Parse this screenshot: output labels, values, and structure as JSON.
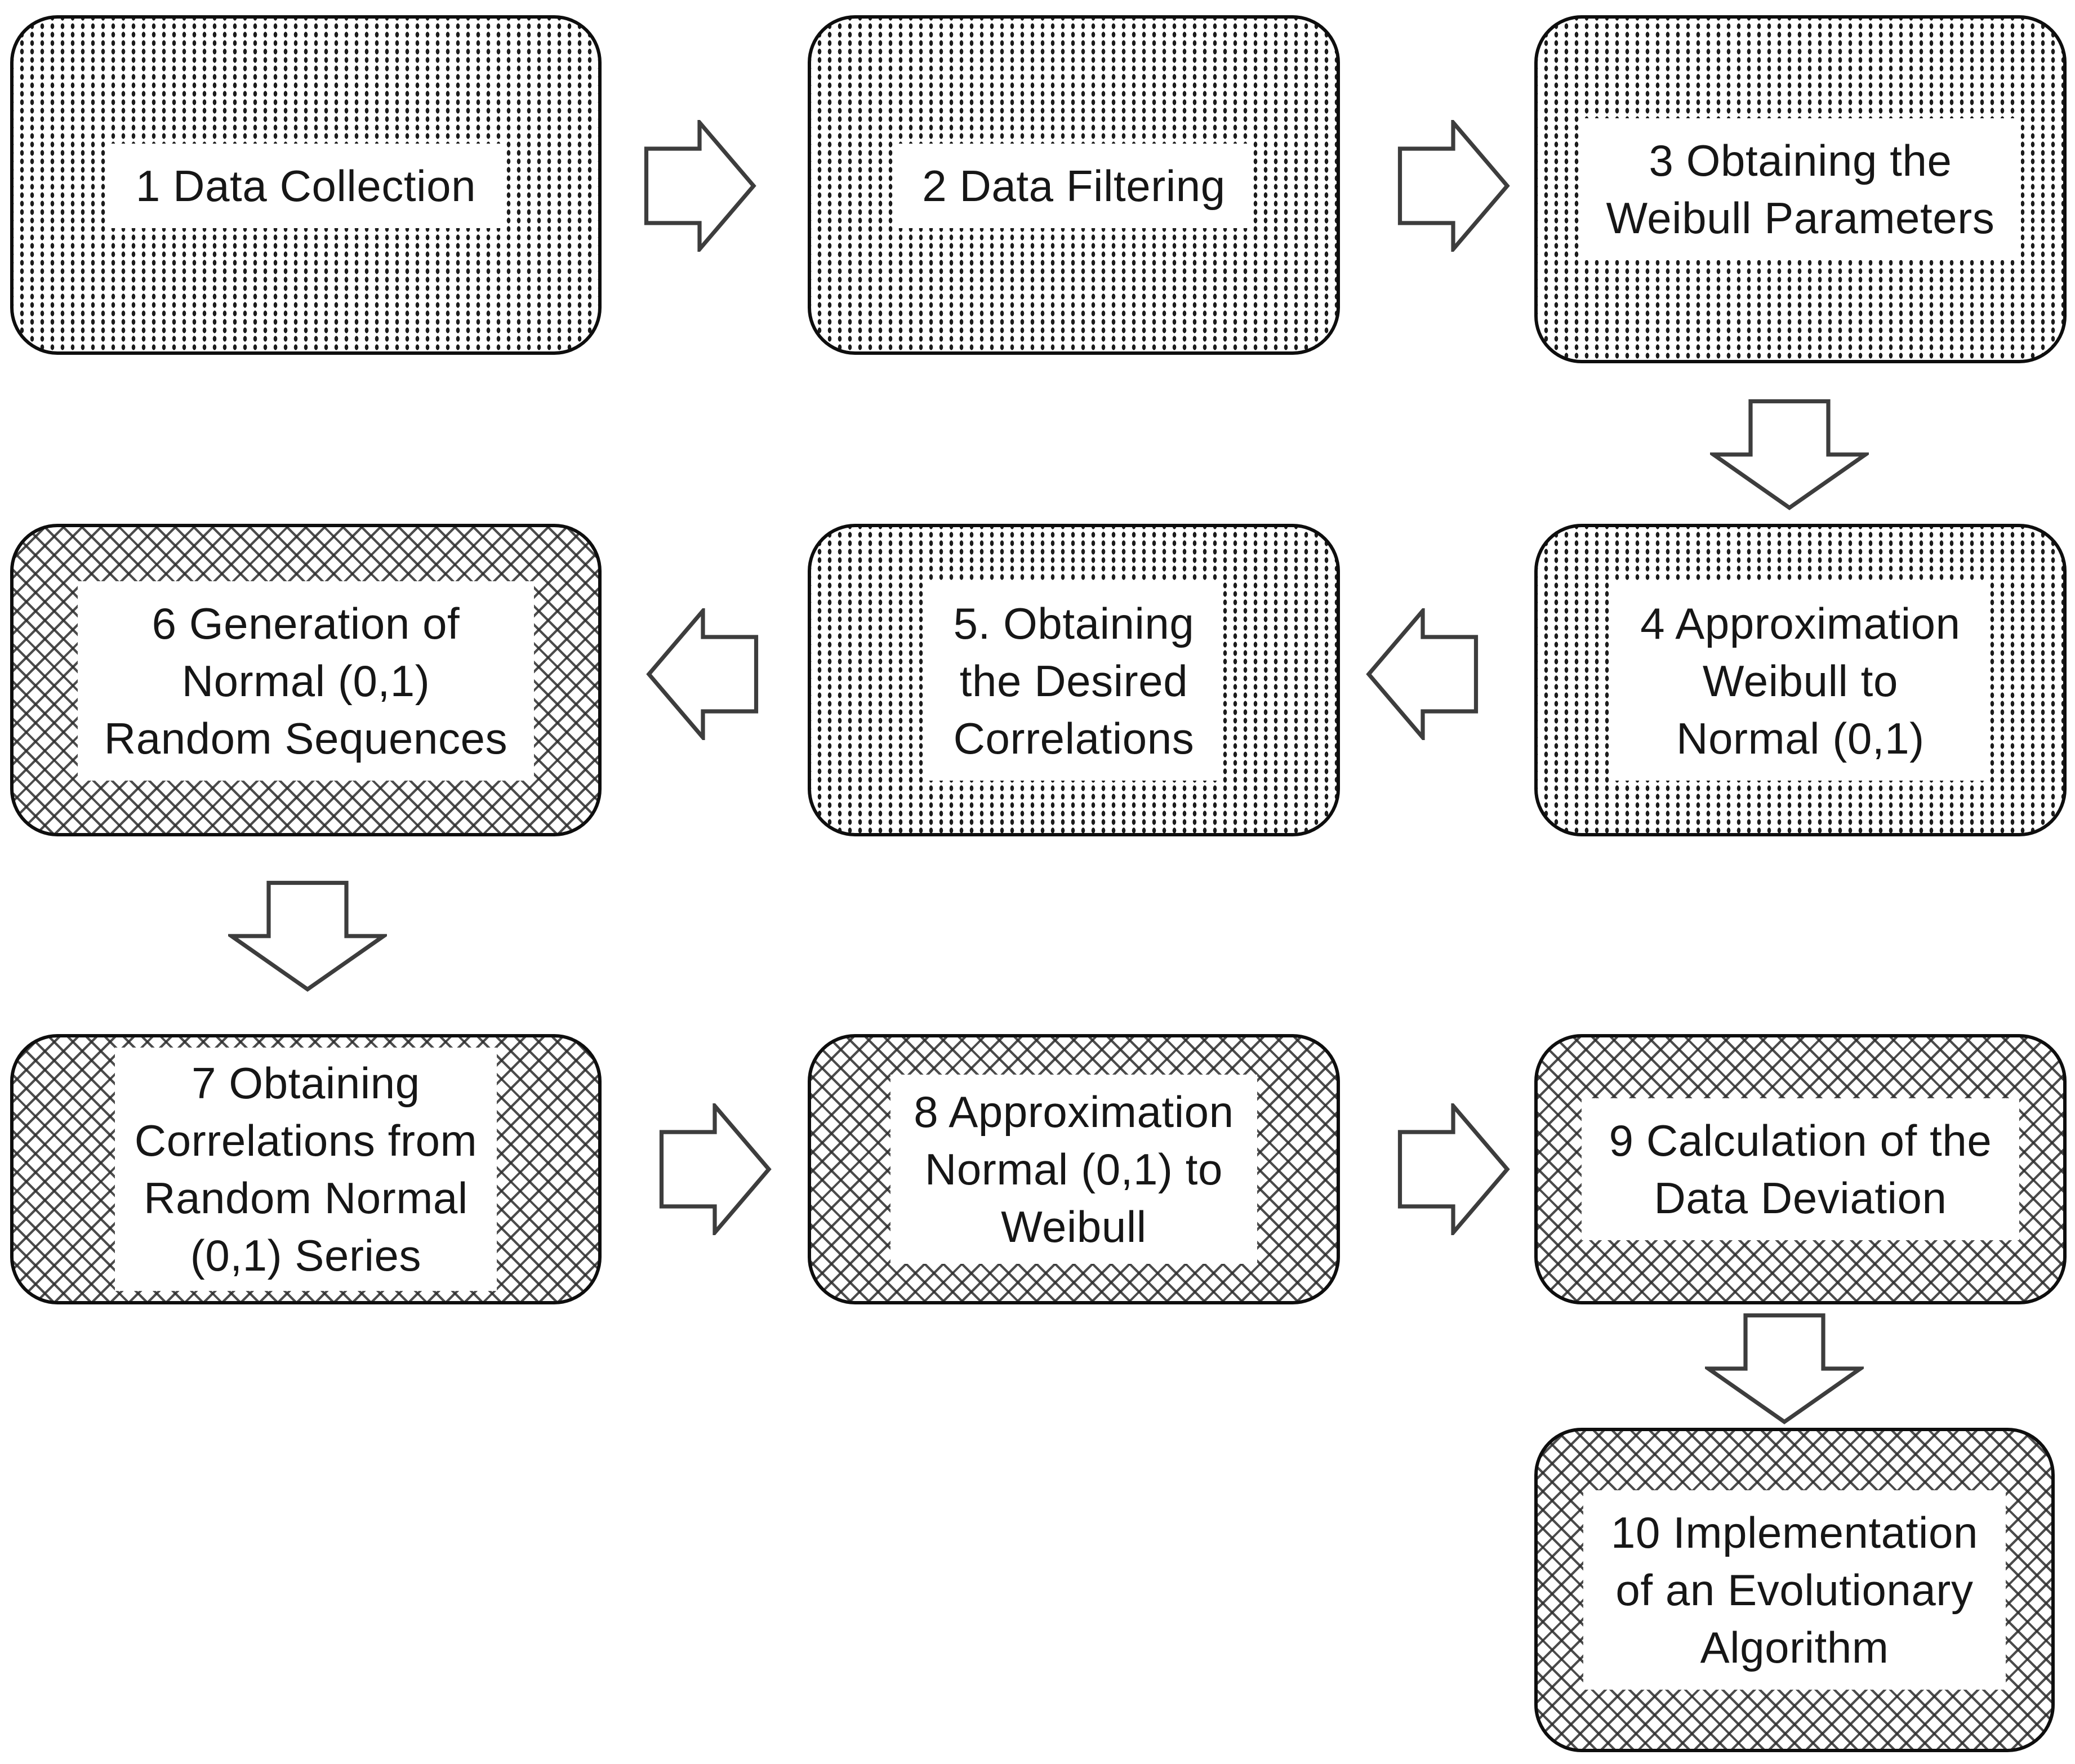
{
  "diagram": {
    "type": "flowchart",
    "background_color": "#ffffff",
    "box_border_color": "#0e0e0e",
    "text_color": "#161616",
    "arrow_outline_color": "#3d3d3d",
    "fill_legend": {
      "dotted": "steps 1-5",
      "crosshatch": "steps 6-10"
    },
    "steps": [
      {
        "id": "1",
        "label": "1 Data Collection",
        "fill": "dotted"
      },
      {
        "id": "2",
        "label": "2 Data Filtering",
        "fill": "dotted"
      },
      {
        "id": "3",
        "label": "3 Obtaining the\nWeibull Parameters",
        "fill": "dotted"
      },
      {
        "id": "4",
        "label": "4 Approximation\nWeibull to\nNormal (0,1)",
        "fill": "dotted"
      },
      {
        "id": "5",
        "label": "5. Obtaining\nthe Desired\nCorrelations",
        "fill": "dotted"
      },
      {
        "id": "6",
        "label": "6 Generation of\nNormal (0,1)\nRandom Sequences",
        "fill": "crosshatch"
      },
      {
        "id": "7",
        "label": "7 Obtaining\nCorrelations from\nRandom Normal\n(0,1) Series",
        "fill": "crosshatch"
      },
      {
        "id": "8",
        "label": "8 Approximation\nNormal (0,1) to\nWeibull",
        "fill": "crosshatch"
      },
      {
        "id": "9",
        "label": "9 Calculation of the\nData Deviation",
        "fill": "crosshatch"
      },
      {
        "id": "10",
        "label": "10 Implementation\nof an Evolutionary\nAlgorithm",
        "fill": "crosshatch"
      }
    ],
    "arrows": [
      {
        "from": "1",
        "to": "2",
        "direction": "right"
      },
      {
        "from": "2",
        "to": "3",
        "direction": "right"
      },
      {
        "from": "3",
        "to": "4",
        "direction": "down"
      },
      {
        "from": "4",
        "to": "5",
        "direction": "left"
      },
      {
        "from": "5",
        "to": "6",
        "direction": "left"
      },
      {
        "from": "6",
        "to": "7",
        "direction": "down"
      },
      {
        "from": "7",
        "to": "8",
        "direction": "right"
      },
      {
        "from": "8",
        "to": "9",
        "direction": "right"
      },
      {
        "from": "9",
        "to": "10",
        "direction": "down"
      }
    ]
  }
}
